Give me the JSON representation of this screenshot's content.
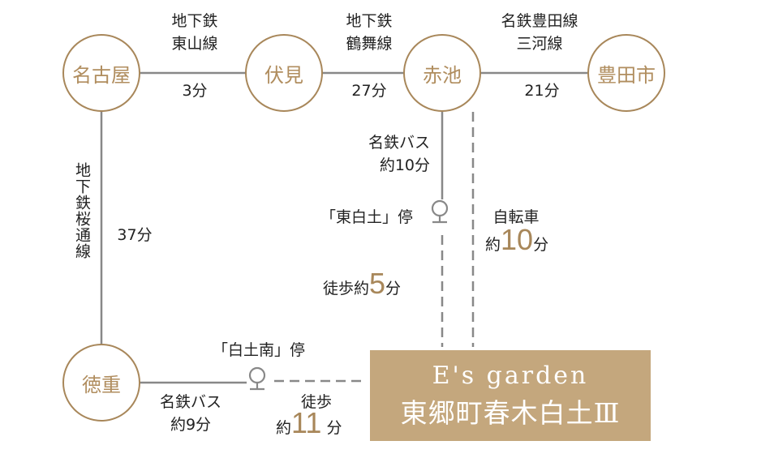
{
  "stations": {
    "nagoya": "名古屋",
    "fushimi": "伏見",
    "akaike": "赤池",
    "toyotashi": "豊田市",
    "tokushige": "徳重"
  },
  "routes": {
    "higashiyama": {
      "line": "地下鉄\n東山線",
      "time": "3分"
    },
    "tsurumai": {
      "line": "地下鉄\n鶴舞線",
      "time": "27分"
    },
    "toyota": {
      "line": "名鉄豊田線\n三河線",
      "time": "21分"
    },
    "sakuradori": {
      "line": "地下鉄桜通線",
      "time": "37分"
    },
    "bus_akaike": {
      "line": "名鉄バス\n約10分"
    },
    "bus_tokushige": {
      "line": "名鉄バス\n約9分"
    },
    "bike": {
      "label": "自転車",
      "prefix": "約",
      "num": "10",
      "unit": "分"
    },
    "walk5": {
      "prefix": "徒歩約",
      "num": "5",
      "unit": "分"
    },
    "walk11": {
      "label": "徒歩",
      "prefix": "約",
      "num": "11",
      "unit": "分"
    }
  },
  "stops": {
    "higashishirahiji": "「東白土」停",
    "shirahijiminami": "「白土南」停"
  },
  "destination": {
    "en": "E's garden",
    "ja": "東郷町春木白土Ⅲ"
  },
  "colors": {
    "gold": "#a8875a",
    "box": "#c4a77d",
    "line": "#888888"
  }
}
